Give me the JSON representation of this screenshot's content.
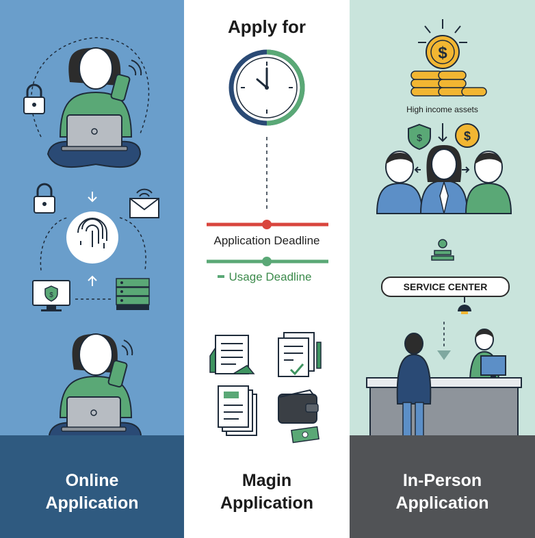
{
  "panels": {
    "left": {
      "caption_line1": "Online",
      "caption_line2": "Application"
    },
    "middle": {
      "title": "Apply for",
      "application_deadline": "Application Deadline",
      "usage_deadline": "Usage Deadline",
      "caption_line1": "Magin",
      "caption_line2": "Application"
    },
    "right": {
      "assets_label": "High income assets",
      "service_center": "SERVICE CENTER",
      "caption_line1": "In-Person",
      "caption_line2": "Application"
    }
  },
  "colors": {
    "left_bg": "#6a9ecb",
    "left_band": "#2f5a80",
    "right_bg": "#c9e4dc",
    "right_band": "#515356",
    "green": "#5aa876",
    "navy": "#2a4a75",
    "red": "#d9453d",
    "gold": "#f2b632"
  },
  "icons": [
    "lock-icon",
    "phone-icon",
    "laptop-icon",
    "fingerprint-icon",
    "email-icon",
    "monitor-shield-icon",
    "server-icon",
    "clock-icon",
    "document-icon",
    "checklist-icon",
    "wallet-icon",
    "coin-icon",
    "shield-dollar-icon",
    "person-icon",
    "lamp-icon"
  ]
}
